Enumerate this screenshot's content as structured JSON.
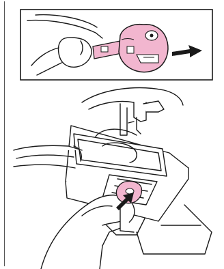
{
  "figure": {
    "top_panel": {
      "icon": "bobbin-case-removal-illustration",
      "accent_color": "#f2b6cf",
      "arrow_direction": "right"
    },
    "bottom_panel": {
      "icon": "sewing-machine-bobbin-insert-illustration",
      "accent_color": "#f2b6cf",
      "arrow_direction": "up-right"
    },
    "line_color": "#1a1a1a"
  }
}
